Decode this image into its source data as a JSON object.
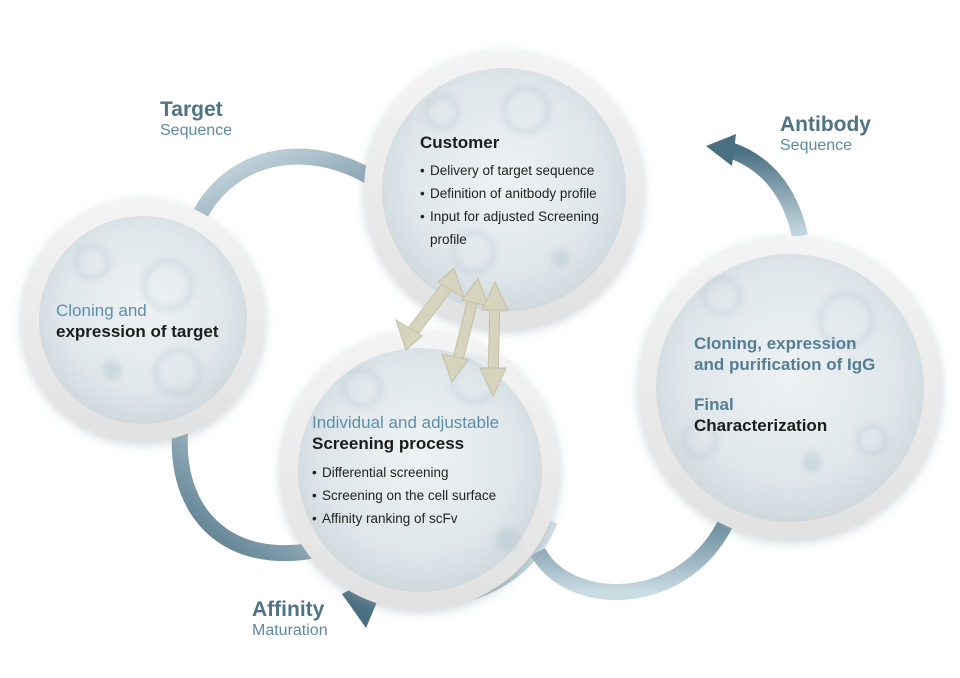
{
  "labels": {
    "target": {
      "title": "Target",
      "sub": "Sequence"
    },
    "antibody": {
      "title": "Antibody",
      "sub": "Sequence"
    },
    "affinity": {
      "title": "Affinity",
      "sub": "Maturation"
    }
  },
  "circles": {
    "customer": {
      "title": "Customer",
      "bullets": [
        "Delivery of target sequence",
        "Definition of anitbody profile",
        "Input for adjusted Screening",
        "profile"
      ]
    },
    "cloning_target": {
      "line1": "Cloning and",
      "line2": "expression of target"
    },
    "screening": {
      "line1": "Individual and adjustable",
      "line2": "Screening process",
      "bullets": [
        "Differential screening",
        "Screening on the cell surface",
        "Affinity ranking of scFv"
      ]
    },
    "igg": {
      "line1": "Cloning, expression",
      "line2": "and purification of IgG",
      "line3": "Final",
      "line4": "Characterization"
    }
  },
  "colors": {
    "arrow_dark": "#4f7285",
    "arrow_light": "#c9dbe3",
    "double_arrow": "#d6d4bd",
    "ring": "#e9e9e9"
  }
}
